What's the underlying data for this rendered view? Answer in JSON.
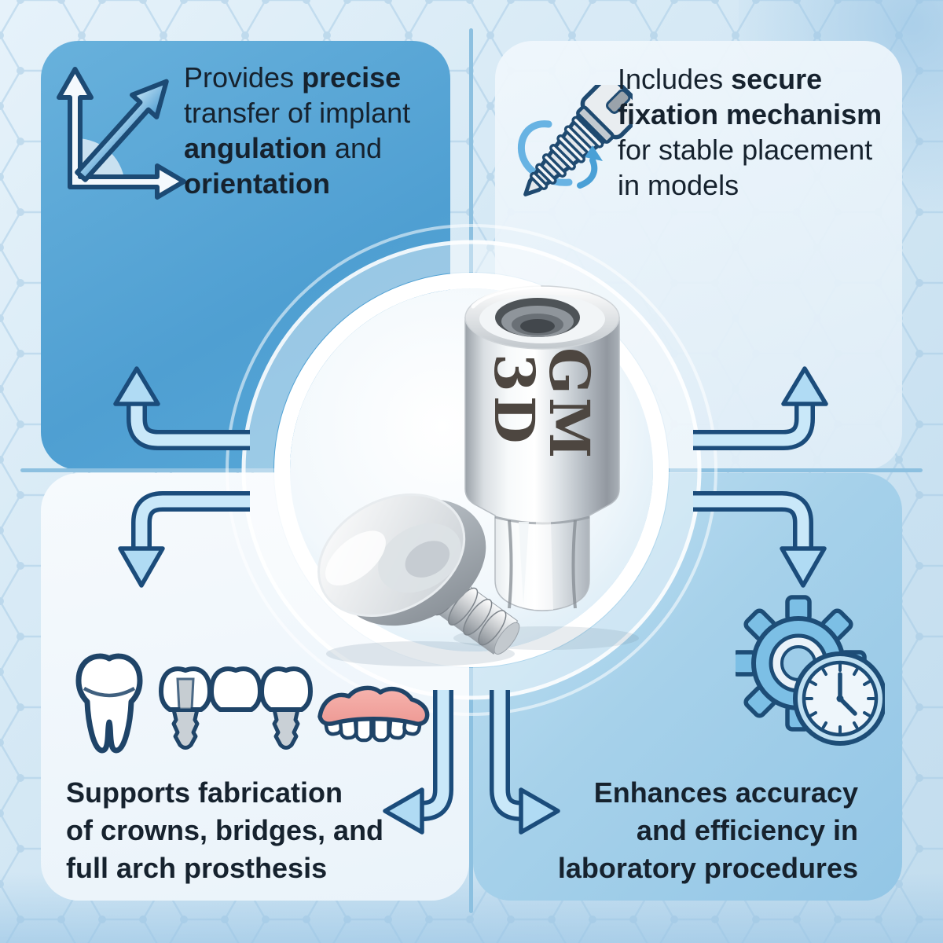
{
  "infographic": {
    "subject": "dental implant lab analog",
    "quadrants": {
      "top_left": {
        "icon": "xy-axes-diagonal-arrow-icon",
        "lines": [
          {
            "segments": [
              {
                "text": "Provides ",
                "bold": false
              },
              {
                "text": "precise",
                "bold": true
              }
            ]
          },
          {
            "segments": [
              {
                "text": "transfer of implant",
                "bold": false
              }
            ]
          },
          {
            "segments": [
              {
                "text": "angulation",
                "bold": true
              },
              {
                "text": " and",
                "bold": false
              }
            ]
          },
          {
            "segments": [
              {
                "text": "orientation",
                "bold": true
              }
            ]
          }
        ]
      },
      "top_right": {
        "icon": "rotating-screw-icon",
        "lines": [
          {
            "segments": [
              {
                "text": "Includes ",
                "bold": false
              },
              {
                "text": "secure",
                "bold": true
              }
            ]
          },
          {
            "segments": [
              {
                "text": "fixation mechanism",
                "bold": true
              }
            ]
          },
          {
            "segments": [
              {
                "text": "for stable placement",
                "bold": false
              }
            ]
          },
          {
            "segments": [
              {
                "text": "in models",
                "bold": false
              }
            ]
          }
        ]
      },
      "bottom_left": {
        "icons": [
          "tooth-icon",
          "implant-bridge-icon",
          "denture-arch-icon"
        ],
        "lines": [
          "Supports fabrication",
          "of crowns, bridges, and",
          "full arch prosthesis"
        ]
      },
      "bottom_right": {
        "icon": "gear-clock-icon",
        "lines": [
          "Enhances accuracy",
          "and efficiency in",
          "laboratory procedures"
        ]
      }
    },
    "product": {
      "marking": [
        "3D",
        "GM"
      ]
    },
    "colors": {
      "panel_blue": "#4f9fd2",
      "panel_light": "#eaf3fa",
      "panel_medium_blue": "#a6d1ea",
      "outline_navy": "#1b4c7b",
      "arrow_fill": "#b0dbf4",
      "text": "#16222e",
      "gum_pink": "#f2a49e"
    }
  }
}
